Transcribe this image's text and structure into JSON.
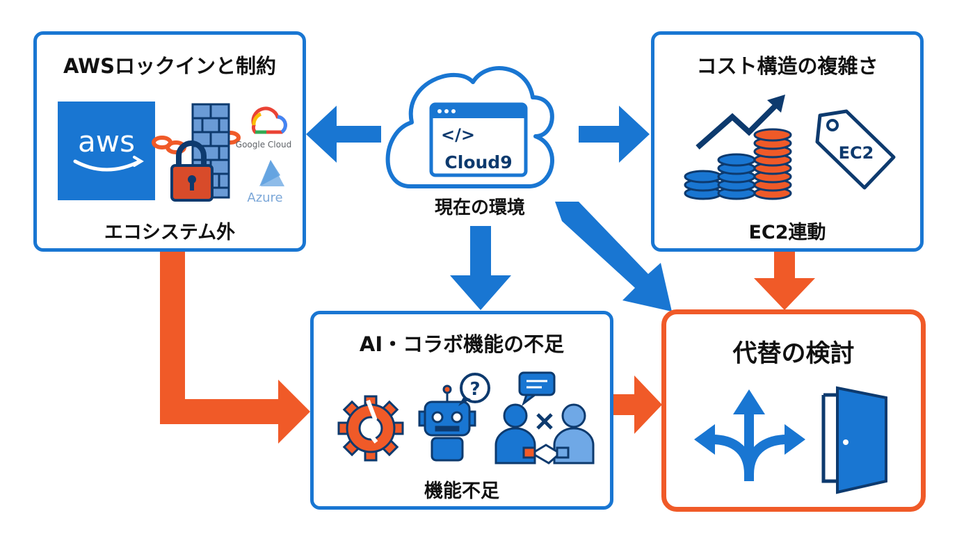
{
  "colors": {
    "blue": "#1976d2",
    "dark_blue": "#0d3a6e",
    "orange": "#f05a28",
    "red": "#d84b2a"
  },
  "center": {
    "cloud_label": "Cloud9",
    "code_symbol": "</>",
    "caption": "現在の環境",
    "icons": [
      "cloud-icon",
      "browser-window-icon"
    ]
  },
  "boxes": {
    "lockin": {
      "title": "AWSロックインと制約",
      "caption": "エコシステム外",
      "aws_logo": "aws",
      "google_label": "Google Cloud",
      "azure_label": "Azure",
      "icons": [
        "aws-logo-icon",
        "chain-icon",
        "padlock-icon",
        "brick-wall-icon",
        "google-cloud-icon",
        "azure-icon"
      ]
    },
    "cost": {
      "title": "コスト構造の複雑さ",
      "caption": "EC2連動",
      "tag_label": "EC2",
      "icons": [
        "coin-stacks-icon",
        "trend-up-arrow-icon",
        "price-tag-icon"
      ]
    },
    "features": {
      "title": "AI・コラボ機能の不足",
      "caption": "機能不足",
      "question_mark": "?",
      "icons": [
        "broken-gear-icon",
        "robot-icon",
        "question-bubble-icon",
        "people-handshake-icon",
        "chat-bubble-icon"
      ]
    },
    "alternative": {
      "title": "代替の検討",
      "icons": [
        "branching-arrows-icon",
        "open-door-icon"
      ]
    }
  }
}
